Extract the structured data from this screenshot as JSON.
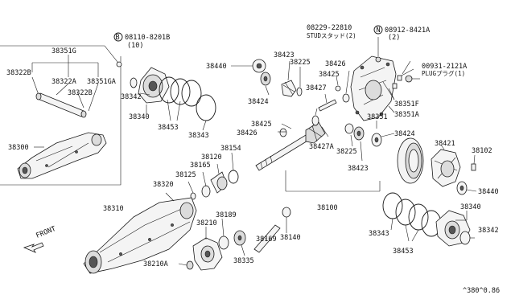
{
  "labels": {
    "l38351G": "38351G",
    "l38322B_a": "38322B",
    "l38322A": "38322A",
    "l38351GA": "38351GA",
    "l38322B_b": "38322B",
    "l38300": "38300",
    "bolt_b": "08110-8201B",
    "bolt_b_qty": "(10)",
    "l38342_a": "38342",
    "l38340_a": "38340",
    "l38453_a": "38453",
    "l38343_a": "38343",
    "l38440_a": "38440",
    "l38423_a": "38423",
    "l38225_a": "38225",
    "l38424_a": "38424",
    "stud_no": "08229-22810",
    "stud_txt": "STUDスタッド(2)",
    "nut_n": "08912-8421A",
    "nut_qty": "(2)",
    "l38426_a": "38426",
    "l38425_a": "38425",
    "plug_no": "00931-2121A",
    "plug_txt": "PLUGプラグ(1)",
    "l38427": "38427",
    "l38351F": "38351F",
    "l38351": "38351",
    "l38351A": "38351A",
    "l38425_b": "38425",
    "l38426_b": "38426",
    "l38427A": "38427A",
    "l38424_b": "38424",
    "l38225_b": "38225",
    "l38423_b": "38423",
    "l38421": "38421",
    "l38102": "38102",
    "l38154": "38154",
    "l38120": "38120",
    "l38165": "38165",
    "l38125": "38125",
    "l38320": "38320",
    "l38100": "38100",
    "l38440_b": "38440",
    "l38310": "38310",
    "l38210": "38210",
    "l38189": "38189",
    "l38335": "38335",
    "l38169": "38169",
    "l38140": "38140",
    "l38210A": "38210A",
    "l38343_b": "38343",
    "l38340_b": "38340",
    "l38342_b": "38342",
    "l38453_b": "38453",
    "front": "FRONT",
    "ref": "^380^0.86",
    "circle_b": "B",
    "circle_n": "N"
  }
}
